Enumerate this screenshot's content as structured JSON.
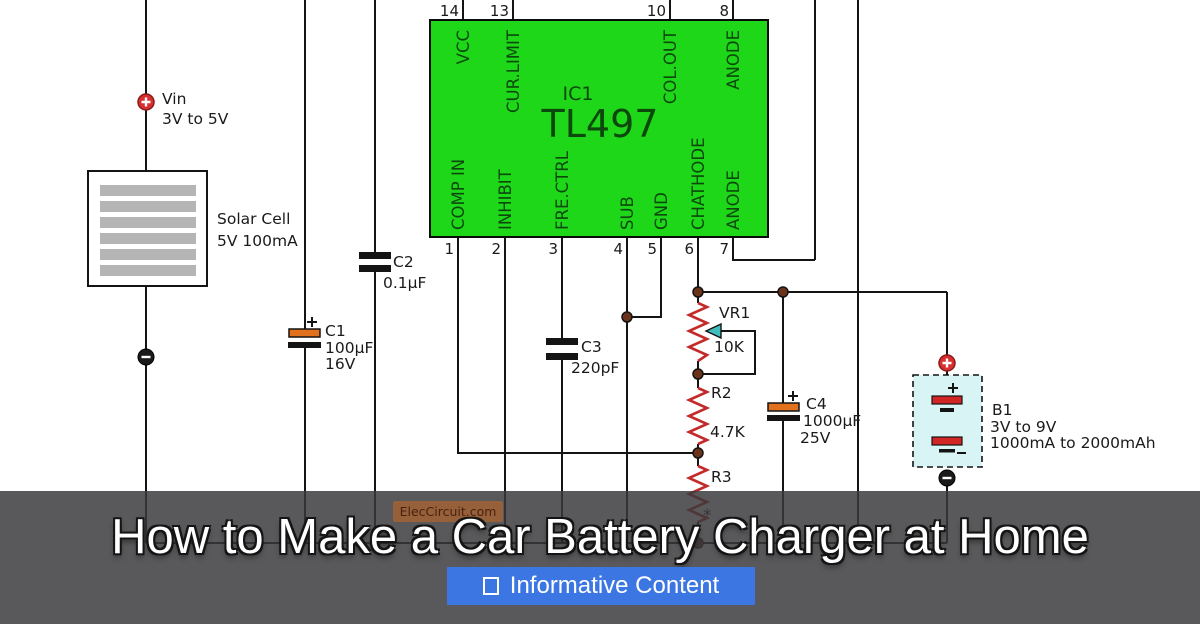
{
  "schematic": {
    "input": {
      "label": "Vin",
      "range": "3V to 5V"
    },
    "solar": {
      "name": "Solar Cell",
      "rating": "5V 100mA"
    },
    "c1": {
      "ref": "C1",
      "value": "100µF",
      "voltage": "16V"
    },
    "c2": {
      "ref": "C2",
      "value": "0.1µF"
    },
    "c3": {
      "ref": "C3",
      "value": "220pF"
    },
    "c4": {
      "ref": "C4",
      "value": "1000µF",
      "voltage": "25V"
    },
    "ic": {
      "ref": "IC1",
      "part": "TL497",
      "top_pins": [
        {
          "num": "14",
          "name": "VCC"
        },
        {
          "num": "13",
          "name": "CUR.LIMIT"
        },
        {
          "num": "10",
          "name": "COL.OUT"
        },
        {
          "num": "8",
          "name": "ANODE"
        }
      ],
      "bottom_pins": [
        {
          "num": "1",
          "name": "COMP IN"
        },
        {
          "num": "2",
          "name": "INHIBIT"
        },
        {
          "num": "3",
          "name": "FRE.CTRL"
        },
        {
          "num": "4",
          "name": "SUB"
        },
        {
          "num": "5",
          "name": "GND"
        },
        {
          "num": "6",
          "name": "CHATHODE"
        },
        {
          "num": "7",
          "name": "ANODE"
        }
      ]
    },
    "vr1": {
      "ref": "VR1",
      "value": "10K"
    },
    "r2": {
      "ref": "R2",
      "value": "4.7K"
    },
    "r3": {
      "ref": "R3",
      "note": "*"
    },
    "battery": {
      "ref": "B1",
      "voltage": "3V to 9V",
      "capacity": "1000mA to 2000mAh"
    },
    "watermark": "ElecCircuit.com"
  },
  "overlay": {
    "title": "How to Make a Car Battery Charger at Home",
    "badge_label": "Informative Content"
  },
  "colors": {
    "ic_green": "#1ed719",
    "ic_text_green": "#0c470c",
    "wire": "#141414",
    "resistor_red": "#c32a2a",
    "electrolytic_orange": "#e2711d",
    "junction_brown": "#6b3319",
    "battery_box_cyan": "#d9f4f4",
    "battery_plate_red": "#d22525",
    "terminal_plus_red": "#d83030",
    "terminal_minus_black": "#1a1a1a",
    "band_grey": "#3a3a3c",
    "badge_blue": "#3b76e3",
    "watermark_brown": "#96603a"
  }
}
